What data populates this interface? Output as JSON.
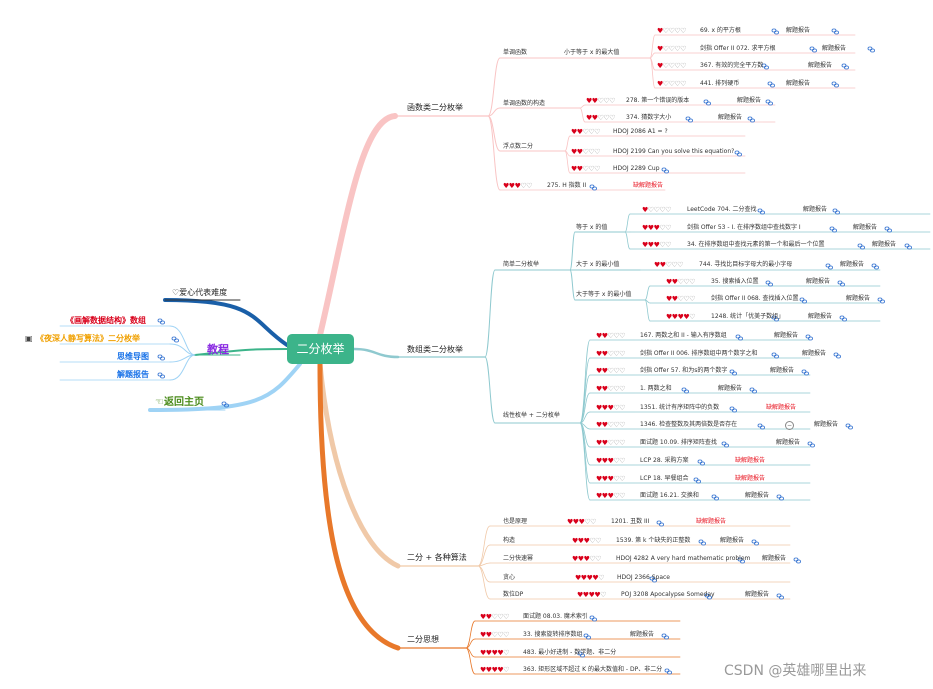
{
  "central": "二分枚举",
  "legend": {
    "label": "爱心代表难度",
    "icon": "heart-outline-icon"
  },
  "tutorial": {
    "label": "教程",
    "items": [
      {
        "label": "《画解数据结构》数组",
        "color": "#d9001b"
      },
      {
        "label": "《夜深人静写算法》二分枚举",
        "color": "#f0a000"
      },
      {
        "label": "思维导图",
        "color": "#1a73e8"
      },
      {
        "label": "解题报告",
        "color": "#1a73e8"
      }
    ]
  },
  "home": "返回主页",
  "colors": {
    "pink": "#f9c4c4",
    "teal": "#8fc9cf",
    "orange": "#f0c9a8",
    "deep_orange": "#e8782a",
    "blue": "#1a5fa8",
    "light_blue": "#9fd3f5"
  },
  "branches": [
    {
      "label": "函数类二分枚举",
      "groups": [
        {
          "label": "单调函数",
          "sub": "小于等于 x 的最大值",
          "rows": [
            {
              "hearts": 1,
              "text": "69. x 的平方根",
              "sol": "解题报告"
            },
            {
              "hearts": 1,
              "text": "剑指 Offer II 072. 求平方根",
              "sol": "解题报告"
            },
            {
              "hearts": 1,
              "text": "367. 有效的完全平方数",
              "sol": "解题报告"
            },
            {
              "hearts": 1,
              "text": "441. 排列硬币",
              "sol": "解题报告"
            }
          ]
        },
        {
          "label": "单调函数的构造",
          "sub": "",
          "rows": [
            {
              "hearts": 2,
              "text": "278. 第一个错误的版本",
              "sol": "解题报告"
            },
            {
              "hearts": 2,
              "text": "374. 猜数字大小",
              "sol": "解题报告"
            }
          ]
        },
        {
          "label": "浮点数二分",
          "sub": "",
          "rows": [
            {
              "hearts": 2,
              "text": "HDOJ 2086 A1 = ?",
              "sol": ""
            },
            {
              "hearts": 2,
              "text": "HDOJ 2199 Can you solve this equation?",
              "sol": ""
            },
            {
              "hearts": 2,
              "text": "HDOJ 2289 Cup",
              "sol": ""
            }
          ]
        },
        {
          "label": "",
          "sub": "",
          "rows": [
            {
              "hearts": 3,
              "text": "275. H 指数 II",
              "sol": "缺解题报告",
              "missing": true
            }
          ]
        }
      ]
    },
    {
      "label": "数组类二分枚举",
      "groups": [
        {
          "label": "简单二分枚举",
          "subs": [
            {
              "label": "等于 x 的值",
              "rows": [
                {
                  "hearts": 1,
                  "text": "LeetCode 704. 二分查找",
                  "sol": "解题报告"
                },
                {
                  "hearts": 3,
                  "text": "剑指 Offer 53 - I. 在排序数组中查找数字 I",
                  "sol": "解题报告"
                },
                {
                  "hearts": 3,
                  "text": "34. 在排序数组中查找元素的第一个和最后一个位置",
                  "sol": "解题报告"
                }
              ]
            },
            {
              "label": "大于 x 的最小值",
              "rows": [
                {
                  "hearts": 2,
                  "text": "744. 寻找比目标字母大的最小字母",
                  "sol": "解题报告"
                }
              ]
            },
            {
              "label": "大于等于 x 的最小值",
              "rows": [
                {
                  "hearts": 2,
                  "text": "35. 搜索插入位置",
                  "sol": "解题报告"
                },
                {
                  "hearts": 2,
                  "text": "剑指 Offer II 068. 查找插入位置",
                  "sol": "解题报告"
                },
                {
                  "hearts": 4,
                  "text": "1248. 统计「优美子数组」",
                  "sol": "解题报告"
                }
              ]
            }
          ]
        },
        {
          "label": "线性枚举 + 二分枚举",
          "rows": [
            {
              "hearts": 2,
              "text": "167. 两数之和 II - 输入有序数组",
              "sol": "解题报告"
            },
            {
              "hearts": 2,
              "text": "剑指 Offer II 006. 排序数组中两个数字之和",
              "sol": "解题报告"
            },
            {
              "hearts": 2,
              "text": "剑指 Offer 57. 和为s的两个数字",
              "sol": "解题报告"
            },
            {
              "hearts": 2,
              "text": "1. 两数之和",
              "sol": "解题报告"
            },
            {
              "hearts": 3,
              "text": "1351. 统计有序矩阵中的负数",
              "sol": "缺解题报告",
              "missing": true
            },
            {
              "hearts": 2,
              "text": "1346. 检查整数及其两倍数是否存在",
              "sol": "解题报告"
            },
            {
              "hearts": 2,
              "text": "面试题 10.09. 排序矩阵查找",
              "sol": "解题报告"
            },
            {
              "hearts": 3,
              "text": "LCP 28. 采购方案",
              "sol": "缺解题报告",
              "missing": true
            },
            {
              "hearts": 3,
              "text": "LCP 18. 早餐组合",
              "sol": "缺解题报告",
              "missing": true
            },
            {
              "hearts": 3,
              "text": "面试题 16.21. 交换和",
              "sol": "解题报告"
            }
          ]
        }
      ]
    },
    {
      "label": "二分 + 各种算法",
      "rows": [
        {
          "label": "也是原理",
          "hearts": 3,
          "text": "1201. 丑数 III",
          "sol": "缺解题报告",
          "missing": true
        },
        {
          "label": "构造",
          "hearts": 3,
          "text": "1539. 第 k 个缺失的正整数",
          "sol": "解题报告"
        },
        {
          "label": "二分快速幂",
          "hearts": 3,
          "text": "HDOJ 4282 A very hard mathematic problem",
          "sol": "解题报告"
        },
        {
          "label": "贪心",
          "hearts": 4,
          "text": "HDOJ 2366 Space",
          "sol": ""
        },
        {
          "label": "数位DP",
          "hearts": 4,
          "text": "POJ 3208 Apocalypse Someday",
          "sol": "解题报告"
        }
      ]
    },
    {
      "label": "二分思想",
      "rows": [
        {
          "hearts": 2,
          "text": "面试题 08.03. 魔术索引",
          "sol": ""
        },
        {
          "hearts": 2,
          "text": "33. 搜索旋转排序数组",
          "sol": "解题报告"
        },
        {
          "hearts": 4,
          "text": "483. 最小好进制 - 数学题、非二分",
          "sol": ""
        },
        {
          "hearts": 4,
          "text": "363. 矩形区域不超过 K 的最大数值和 - DP、非二分",
          "sol": ""
        }
      ]
    }
  ],
  "watermark": "CSDN @英雄哪里出来"
}
